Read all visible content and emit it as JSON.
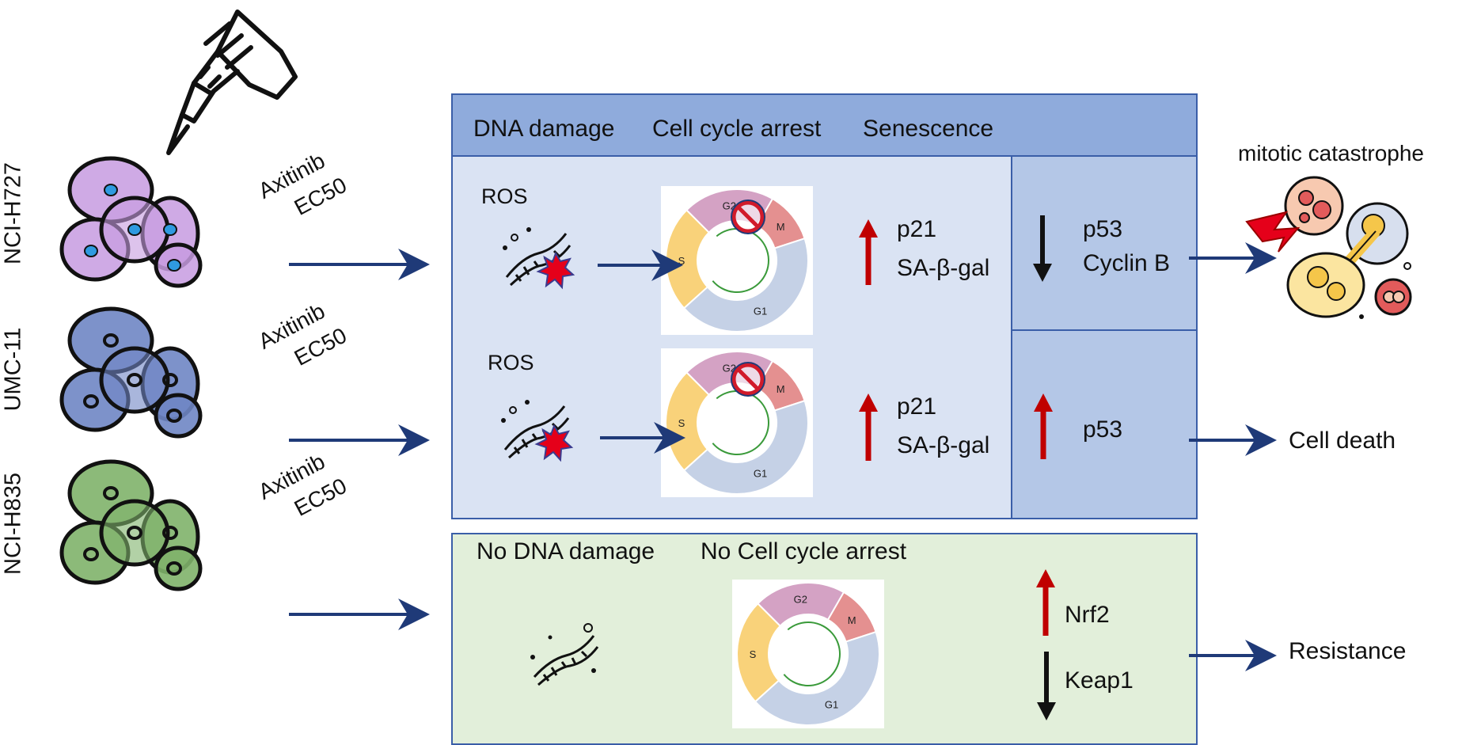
{
  "cell_lines": [
    {
      "name": "NCI-H727",
      "color": "#c79be0",
      "nucleus": "#2f9ae0"
    },
    {
      "name": "UMC-11",
      "color": "#6f86c4",
      "nucleus": "#6f86c4"
    },
    {
      "name": "NCI-H835",
      "color": "#7fb36a",
      "nucleus": "#7fb36a"
    }
  ],
  "drug": {
    "line1": "Axitinib",
    "line2": "EC50"
  },
  "header": {
    "dna_damage": "DNA damage",
    "cell_cycle_arrest": "Cell cycle arrest",
    "senescence": "Senescence"
  },
  "row1": {
    "ros": "ROS",
    "marker1": "p21",
    "marker2": "SA-β-gal",
    "right_marker1": "p53",
    "right_marker2": "Cyclin B",
    "outcome": "mitotic catastrophe"
  },
  "row2": {
    "ros": "ROS",
    "marker1": "p21",
    "marker2": "SA-β-gal",
    "right_marker1": "p53",
    "outcome": "Cell death"
  },
  "row3": {
    "no_dna_damage": "No DNA damage",
    "no_cycle_arrest": "No Cell cycle arrest",
    "marker_up": "Nrf2",
    "marker_down": "Keap1",
    "outcome": "Resistance"
  },
  "cell_cycle_phases": {
    "s": "S",
    "g2": "G2",
    "m": "M",
    "g1": "G1"
  },
  "colors": {
    "arrow_navy": "#1f3a78",
    "arrow_red": "#c00000",
    "arrow_black": "#111111",
    "phase_s": "#f9d27a",
    "phase_g2": "#d4a2c4",
    "phase_m": "#e49090",
    "phase_g1": "#c5d1e6"
  }
}
